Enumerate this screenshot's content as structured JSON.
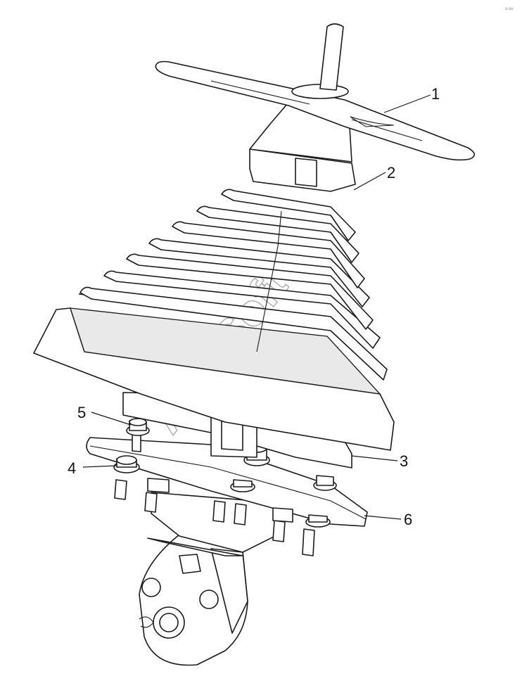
{
  "callouts": [
    {
      "id": "1",
      "label": "1"
    },
    {
      "id": "2",
      "label": "2"
    },
    {
      "id": "3",
      "label": "3"
    },
    {
      "id": "4",
      "label": "4"
    },
    {
      "id": "5",
      "label": "5"
    },
    {
      "id": "6",
      "label": "6"
    }
  ],
  "watermark": "AutoSoft",
  "corner_mark": "a.ae",
  "colors": {
    "line": "#1a1a1a",
    "background": "#ffffff",
    "watermark": "#b0b0b0"
  }
}
